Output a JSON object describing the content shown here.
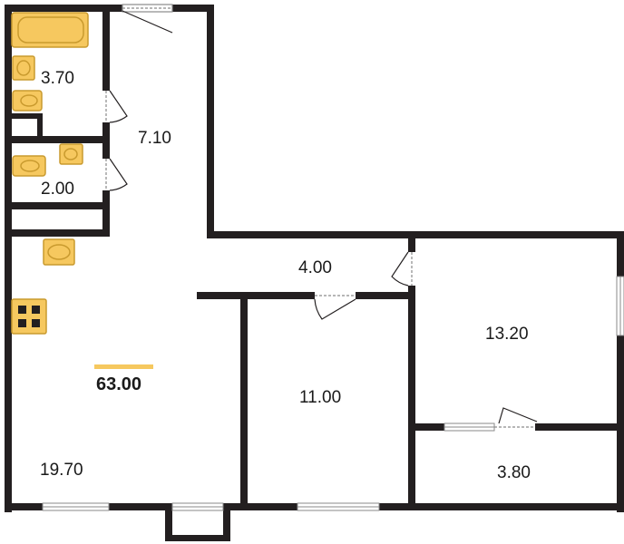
{
  "total_area": "63.00",
  "rooms": [
    {
      "id": "bathroom",
      "area": "3.70"
    },
    {
      "id": "corridor",
      "area": "7.10"
    },
    {
      "id": "toilet",
      "area": "2.00"
    },
    {
      "id": "hall",
      "area": "4.00"
    },
    {
      "id": "bedroom-large",
      "area": "13.20"
    },
    {
      "id": "bedroom-small",
      "area": "11.00"
    },
    {
      "id": "living-kitchen",
      "area": "19.70"
    },
    {
      "id": "balcony",
      "area": "3.80"
    }
  ],
  "colors": {
    "wall": "#231f20",
    "fixture_fill": "#f6c85f",
    "fixture_stroke": "#c99a2e",
    "window_frame": "#8a8a8a",
    "accent_bar": "#f6c85f"
  }
}
